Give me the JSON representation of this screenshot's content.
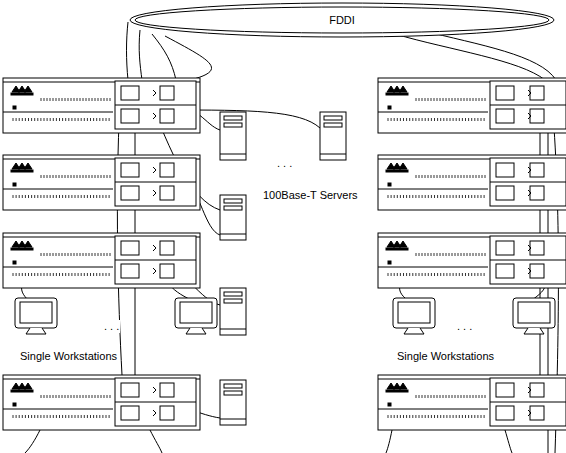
{
  "diagram": {
    "nodes": [
      {
        "text": [
          "FDDI"
        ]
      }
    ],
    "labels": [
      "100Base-T Servers",
      "Single Workstations",
      "Single Workstations",
      ". . .",
      ". . .",
      ". . ."
    ]
  }
}
